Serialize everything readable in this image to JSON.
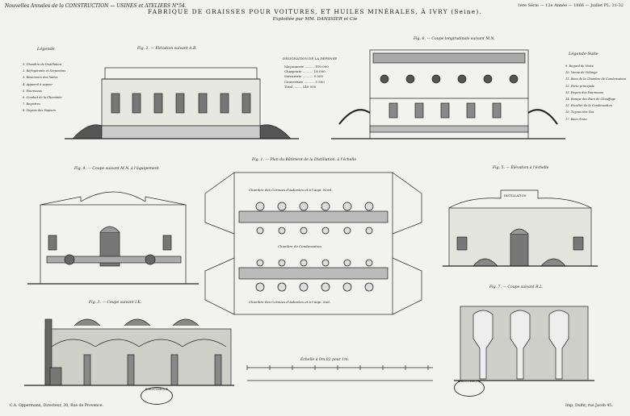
{
  "header": {
    "journal": "Nouvelles Annales de la CONSTRUCTION — USINES et ATELIERS N°54.",
    "series": "1ère Série — 12e Année — 1866 — Juillet PL. 31-32"
  },
  "title": "FABRIQUE DE GRAISSES POUR VOITURES, ET HUILES MINÉRALES, À IVRY (Seine).",
  "subtitle": "Exploitée par MM. DANSSIER et Cie",
  "figures": {
    "fig2": "Fig. 2. — Élévation suivant A.B.",
    "fig6": "Fig. 6. — Coupe longitudinale suivant M.N.",
    "fig4": "Fig. 4. — Coupe suivant M.N. à l'équipement",
    "fig1": "Fig. 1. — Plan du Bâtiment de la Distillation. à l'échelle",
    "fig5": "Fig. 5. — Élévation à l'échelle",
    "fig3": "Fig. 3. — Coupe suivant I.K.",
    "fig7": "Fig. 7. — Coupe suivant R.L."
  },
  "scale_note": "Échelle à 0m.02 pour 1m.",
  "legend_left": {
    "heading": "Légende",
    "items": [
      "1. Chambre de Distillation",
      "2. Refrigérants et Serpentins",
      "3. Réservoirs des huiles",
      "4. Appareil à vapeur",
      "5. Fourneaux",
      "6. Conduit de la Cheminée",
      "7. Registres",
      "8. Tuyaux des Vapeurs"
    ]
  },
  "legend_right": {
    "heading": "Légende-Suite",
    "items": [
      "9. Regard de Visite",
      "10. Vanne de Vidange",
      "11. Bacs de la Chambre de Condensation",
      "12. Porte principale",
      "13. Foyers des Fourneaux",
      "14. Rampe des Bacs de Chauffage",
      "15. Escalier de la Condensation",
      "16. Tuyaux des Gaz",
      "17. Bacs d'eau"
    ]
  },
  "plan_labels": {
    "top_room": "Chambre des Cornues d'Asbestes et à l'Aspi. Nord.",
    "middle": "Chambre de Condensation",
    "bottom_room": "Chambre des Cornues d'Asbestes et à l'Aspi. Sud."
  },
  "building_sign": "DISTILLATION",
  "table_heading": "DÉSIGNATION DE LA DÉPENSE",
  "table_rows": [
    "Maçonnerie ......... 110 000",
    "Charpente .......... 18 000",
    "Serrurerie .......... 9 000",
    "Couverture .......... 3 500",
    "Total ........ 140 500"
  ],
  "footer_left": "C.A. Oppermann, Directeur, 30, Rue de Provence.",
  "footer_right": "Imp. Dulhr, rue Jacob 45.",
  "stamp_left": "BIBLIOTHÈQUE",
  "stamp_right": "BIBLIOTHÈQUE"
}
